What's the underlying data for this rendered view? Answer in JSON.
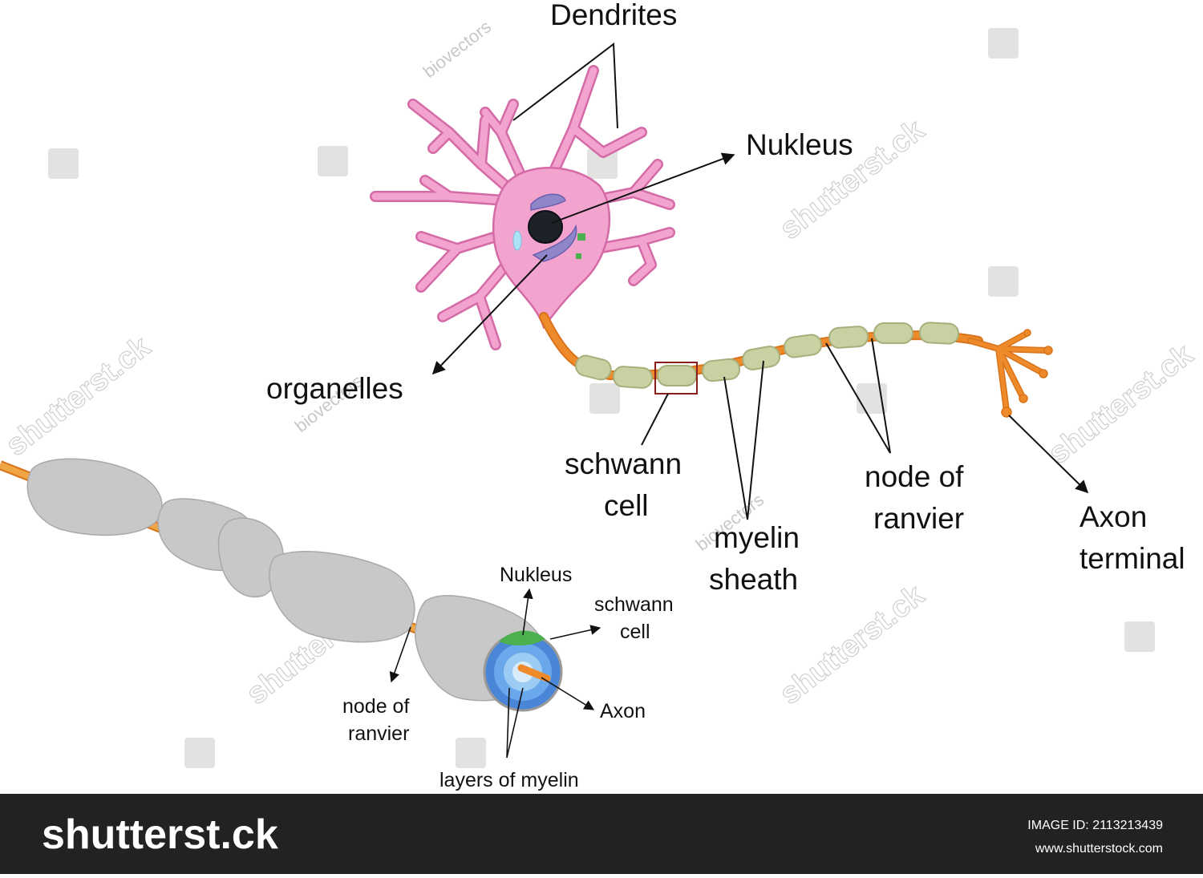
{
  "labels": {
    "dendrites": "Dendrites",
    "nucleus": "Nukleus",
    "organelles": "organelles",
    "schwann_cell_line1": "schwann",
    "schwann_cell_line2": "cell",
    "myelin_sheath_line1": "myelin",
    "myelin_sheath_line2": "sheath",
    "node_of_ranvier_line1": "node of",
    "node_of_ranvier_line2": "ranvier",
    "axon_terminal_line1": "Axon",
    "axon_terminal_line2": "terminal"
  },
  "detail_labels": {
    "nucleus": "Nukleus",
    "schwann_cell_line1": "schwann",
    "schwann_cell_line2": "cell",
    "axon": "Axon",
    "node_of_ranvier_line1": "node of",
    "node_of_ranvier_line2": "ranvier",
    "layers_of_myelin": "layers of myelin"
  },
  "watermarks": {
    "brand": "shutterst.ck",
    "credit": "biovectors"
  },
  "footer": {
    "brand": "shutterst.ck",
    "image_id": "IMAGE ID: 2113213439",
    "url": "www.shutterstock.com"
  },
  "colors": {
    "cell_body": "#f2a4cf",
    "cell_outline": "#d46aa6",
    "nucleus": "#1d2228",
    "myelin": "#c9d1a2",
    "axon": "#ef8a2a",
    "highlight_box": "#8a1d1d",
    "detail_segment": "#c8c8c8",
    "footer_bg": "#222222"
  }
}
